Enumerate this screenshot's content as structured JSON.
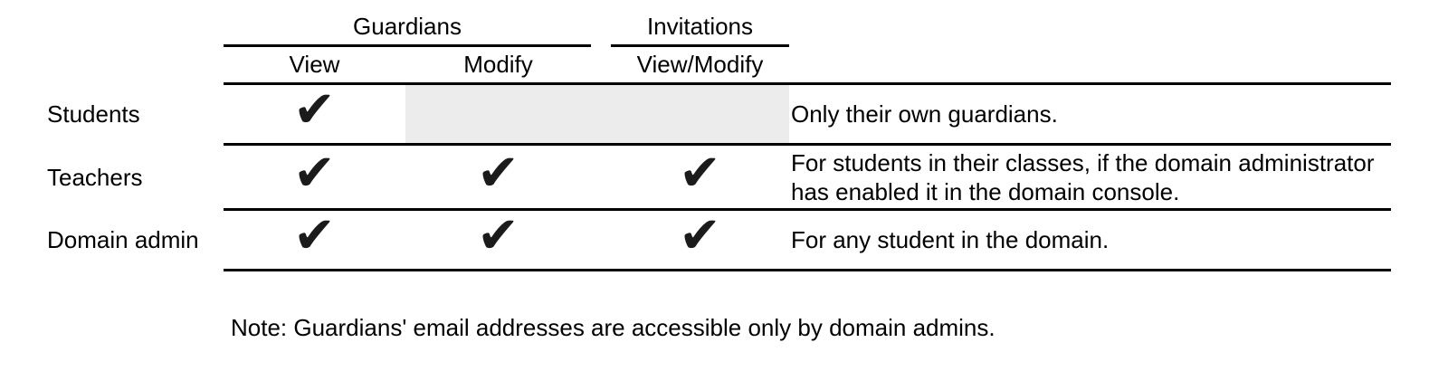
{
  "table": {
    "group_headers": {
      "guardians": "Guardians",
      "invitations": "Invitations"
    },
    "columns": {
      "view": "View",
      "modify": "Modify",
      "view_modify": "View/Modify"
    },
    "rows": [
      {
        "label": "Students",
        "view": true,
        "modify": false,
        "view_modify": false,
        "modify_cells_shaded": true,
        "note": "Only their own guardians."
      },
      {
        "label": "Teachers",
        "view": true,
        "modify": true,
        "view_modify": true,
        "modify_cells_shaded": false,
        "note": "For students in their classes, if the domain administrator has enabled it in the domain console."
      },
      {
        "label": "Domain admin",
        "view": true,
        "modify": true,
        "view_modify": true,
        "modify_cells_shaded": false,
        "note": "For any student in the domain."
      }
    ]
  },
  "footnote": "Note: Guardians' email addresses are accessible only by domain admins.",
  "icons": {
    "check": "✔"
  },
  "colors": {
    "text": "#000000",
    "line": "#000000",
    "check": "#1b1b1b",
    "shaded_cell": "#ececec",
    "background": "#ffffff"
  }
}
